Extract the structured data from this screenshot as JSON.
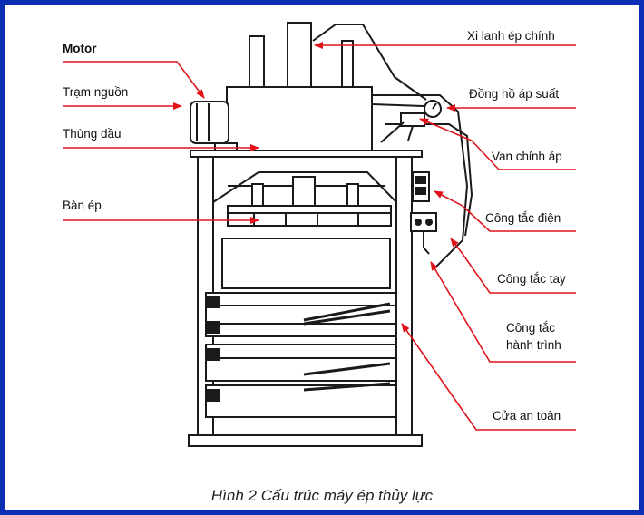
{
  "colors": {
    "border": "#0c2eb4",
    "leader": "#e0131a",
    "machine": "#1a1a1a"
  },
  "labels_left": {
    "motor": "Motor",
    "power_station": "Trạm nguồn",
    "oil_tank": "Thùng dầu",
    "press_plate": "Bàn ép"
  },
  "labels_right": {
    "main_cylinder": "Xi lanh ép chính",
    "pressure_gauge": "Đồng hồ áp suất",
    "pressure_valve": "Van chỉnh áp",
    "electric_switch": "Công tắc điện",
    "hand_switch": "Công tắc tay",
    "limit_switch_line1": "Công tắc",
    "limit_switch_line2": "hành trình",
    "safety_door": "Cửa an toàn"
  },
  "caption": "Hình 2 Cấu trúc máy ép thủy lực"
}
